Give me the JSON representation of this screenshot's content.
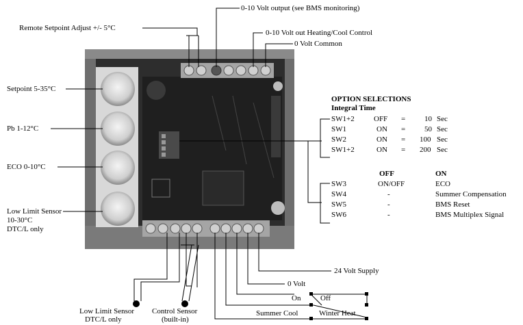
{
  "top_labels": {
    "bms_output": "0-10 Volt output (see BMS monitoring)",
    "remote_adjust": "Remote Setpoint Adjust +/- 5°C",
    "heat_cool_control": "0-10 Volt out Heating/Cool Control",
    "zero_volt_common": "0 Volt Common"
  },
  "left_labels": {
    "setpoint": "Setpoint 5-35°C",
    "pb": "Pb 1-12°C",
    "eco": "ECO 0-10°C",
    "low_limit_line1": "Low Limit Sensor",
    "low_limit_line2": "10-30°C",
    "low_limit_line3": "DTC/L only"
  },
  "options": {
    "title": "OPTION SELECTIONS",
    "integral_title": "Integral Time",
    "integral_rows": [
      {
        "sw": "SW1+2",
        "state": "OFF",
        "eq": "=",
        "value": "10",
        "unit": "Sec"
      },
      {
        "sw": "SW1",
        "state": "ON",
        "eq": "=",
        "value": "50",
        "unit": "Sec"
      },
      {
        "sw": "SW2",
        "state": "ON",
        "eq": "=",
        "value": "100",
        "unit": "Sec"
      },
      {
        "sw": "SW1+2",
        "state": "ON",
        "eq": "=",
        "value": "200",
        "unit": "Sec"
      }
    ],
    "col_off": "OFF",
    "col_on": "ON",
    "switch_rows": [
      {
        "sw": "SW3",
        "off": "ON/OFF",
        "on": "ECO"
      },
      {
        "sw": "SW4",
        "off": "-",
        "on": "Summer Compensation"
      },
      {
        "sw": "SW5",
        "off": "-",
        "on": "BMS Reset"
      },
      {
        "sw": "SW6",
        "off": "-",
        "on": "BMS Multiplex Signal"
      }
    ]
  },
  "bottom_labels": {
    "supply_24v": "24 Volt Supply",
    "zero_volt": "0 Volt",
    "on": "On",
    "off": "Off",
    "summer_cool": "Summer Cool",
    "winter_heat": "Winter Heat",
    "low_limit_sensor_line1": "Low Limit Sensor",
    "low_limit_sensor_line2": "DTC/L only",
    "control_sensor_line1": "Control Sensor",
    "control_sensor_line2": "(built-in)"
  }
}
